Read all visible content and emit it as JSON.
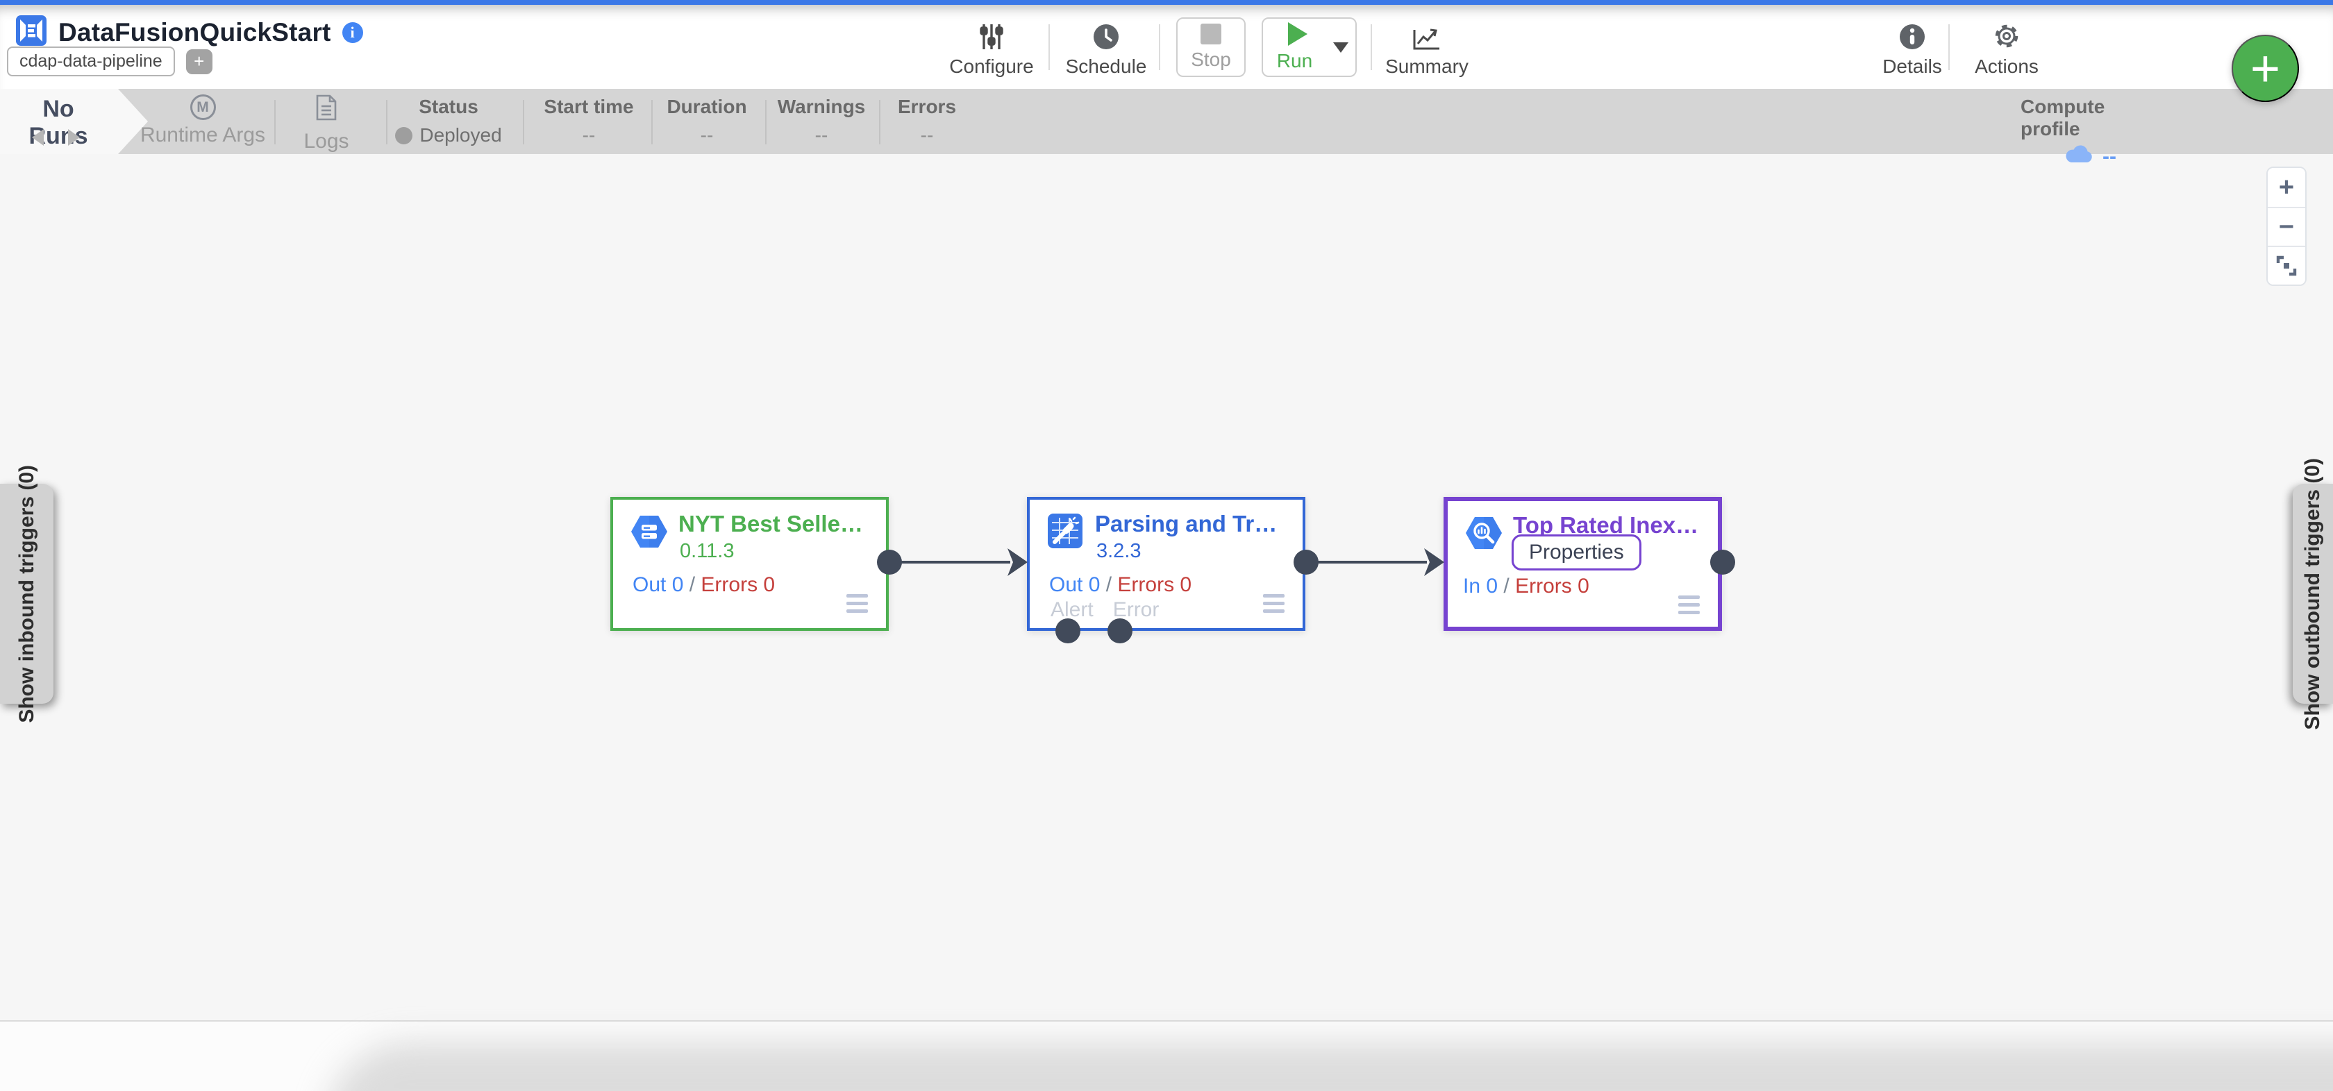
{
  "app": {
    "accent_blue": "#3b78e7",
    "run_green": "#4caf50"
  },
  "header": {
    "title": "DataFusionQuickStart",
    "pipeline_tag": "cdap-data-pipeline",
    "add_tag_label": "+",
    "toolbar": {
      "configure": "Configure",
      "schedule": "Schedule",
      "stop": "Stop",
      "run": "Run",
      "summary": "Summary",
      "details": "Details",
      "actions": "Actions"
    }
  },
  "fab": {
    "label": "+",
    "color": "#4caf50"
  },
  "status_bar": {
    "runs_label": "No Runs",
    "runtime_args_icon": "M",
    "runtime_args_label": "Runtime Args",
    "logs_label": "Logs",
    "columns": [
      {
        "label": "Status",
        "value": "Deployed"
      },
      {
        "label": "Start time",
        "value": "--"
      },
      {
        "label": "Duration",
        "value": "--"
      },
      {
        "label": "Warnings",
        "value": "--"
      },
      {
        "label": "Errors",
        "value": "--"
      }
    ],
    "compute_profile": {
      "label": "Compute profile",
      "value": "--"
    }
  },
  "canvas": {
    "nodes": [
      {
        "title": "NYT Best Selle…",
        "version": "0.11.3",
        "out": "Out 0",
        "slash": "/",
        "errors": "Errors 0",
        "color": "#4caf50",
        "icon": "datastore-hexagon-icon"
      },
      {
        "title": "Parsing and Tr…",
        "version": "3.2.3",
        "out": "Out 0",
        "slash": "/",
        "errors": "Errors 0",
        "color": "#3367d6",
        "icon": "wrangler-icon",
        "alert_port": "Alert",
        "error_port": "Error"
      },
      {
        "title": "Top Rated Inex…",
        "properties": "Properties",
        "out": "In 0",
        "slash": "/",
        "errors": "Errors 0",
        "color": "#7643d0",
        "icon": "bigquery-hexagon-icon"
      }
    ],
    "inbound_tab": "Show inbound triggers (0)",
    "outbound_tab": "Show outbound triggers (0)",
    "zoom_in": "+",
    "zoom_out": "−"
  }
}
